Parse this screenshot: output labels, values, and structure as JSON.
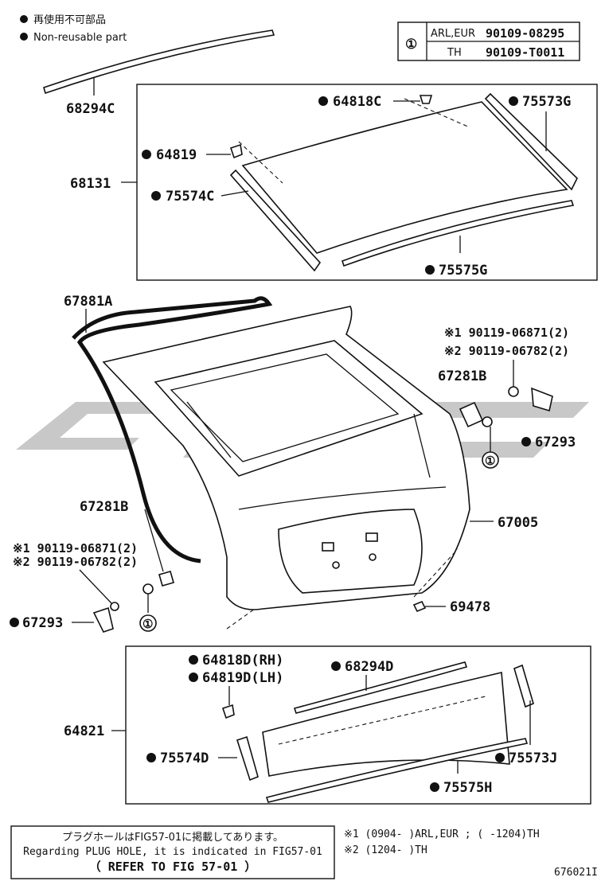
{
  "legend": {
    "jp": "再使用不可部品",
    "en": "Non-reusable part"
  },
  "bolt_table": {
    "marker": "①",
    "rows": [
      {
        "region": "ARL,EUR",
        "part": "90109-08295"
      },
      {
        "region": "TH",
        "part": "90109-T0011"
      }
    ]
  },
  "parts": {
    "p68294C": "68294C",
    "p64818C": "64818C",
    "p75573G": "75573G",
    "p64819": "64819",
    "p68131": "68131",
    "p75574C": "75574C",
    "p75575G": "75575G",
    "p67881A": "67881A",
    "p90119_06871_r": "※1 90119-06871(2)",
    "p90119_06782_r": "※2 90119-06782(2)",
    "p67281B_r": "67281B",
    "p67293_r": "67293",
    "marker_r": "①",
    "p67005": "67005",
    "p67281B_l": "67281B",
    "p90119_06871_l": "※1 90119-06871(2)",
    "p90119_06782_l": "※2 90119-06782(2)",
    "p67293_l": "67293",
    "marker_l": "①",
    "p69478": "69478",
    "p64818D": "64818D(RH)",
    "p64819D": "64819D(LH)",
    "p68294D": "68294D",
    "p64821": "64821",
    "p75574D": "75574D",
    "p75573J": "75573J",
    "p75575H": "75575H"
  },
  "notes": {
    "jp": "プラグホールはFIG57-01に掲載してあります。",
    "en": "Regarding PLUG HOLE, it is indicated in FIG57-01",
    "ref": "（ REFER TO FIG 57-01 ）",
    "footnote1": "※1 (0904-      )ARL,EUR ; (      -1204)TH",
    "footnote2": "※2 (1204-      )TH",
    "figure_id": "676021I"
  }
}
